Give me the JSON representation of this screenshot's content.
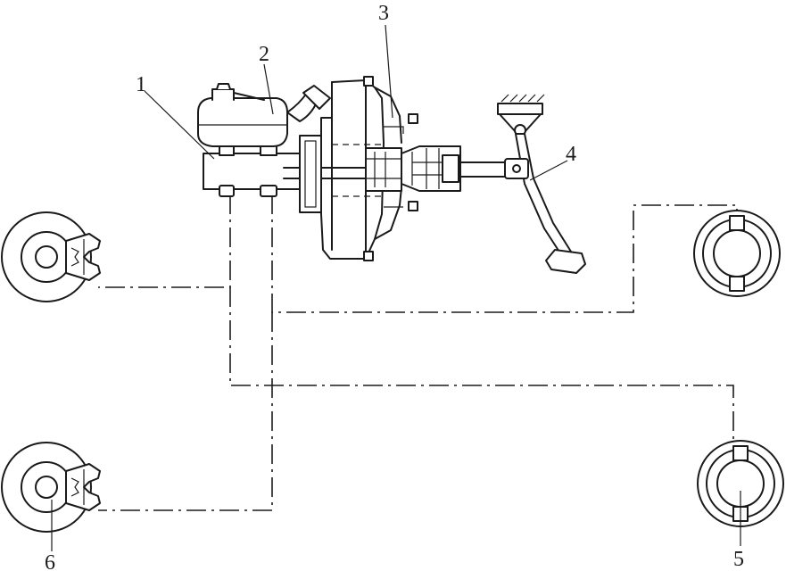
{
  "diagram": {
    "labels": [
      {
        "id": "1",
        "text": "1"
      },
      {
        "id": "2",
        "text": "2"
      },
      {
        "id": "3",
        "text": "3"
      },
      {
        "id": "4",
        "text": "4"
      },
      {
        "id": "5",
        "text": "5"
      },
      {
        "id": "6",
        "text": "6"
      }
    ]
  },
  "colors": {
    "stroke": "#1a1a1a",
    "background": "#ffffff"
  }
}
